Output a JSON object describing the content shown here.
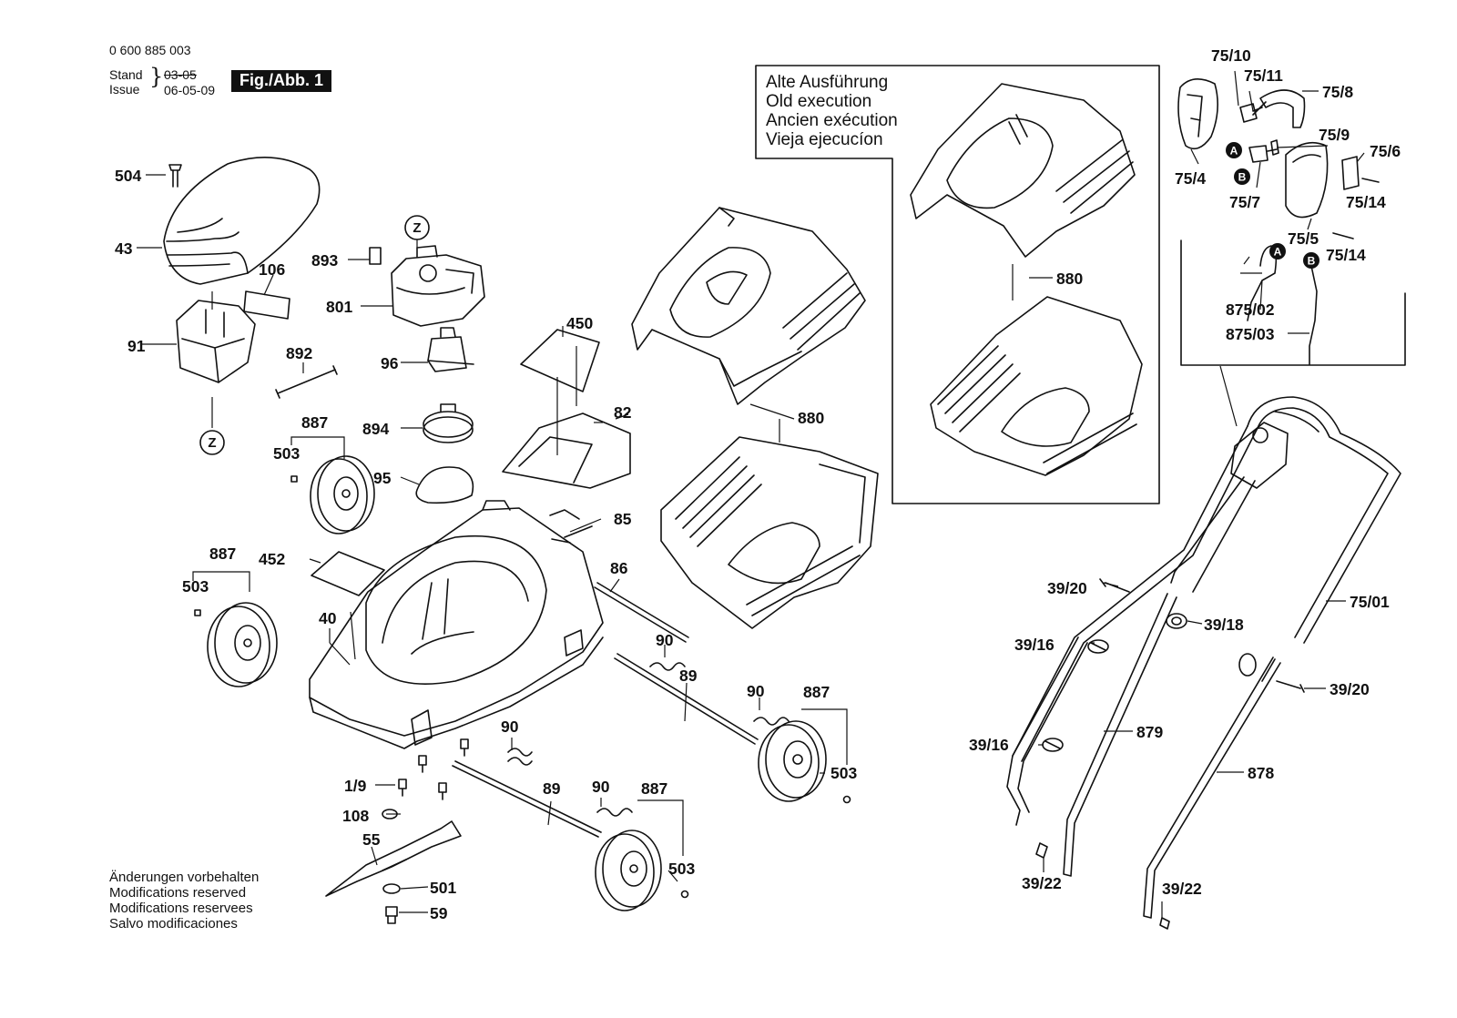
{
  "header": {
    "part_number": "0 600 885 003",
    "stand_label": "Stand",
    "issue_label": "Issue",
    "old_date": "03-05",
    "new_date": "06-05-09",
    "figure_label": "Fig./Abb. 1"
  },
  "old_version_note": {
    "lines": [
      "Alte Ausführung",
      "Old execution",
      "Ancien exécution",
      "Vieja ejecucíon"
    ]
  },
  "modifications_notice": {
    "lines": [
      "Änderungen vorbehalten",
      "Modifications reserved",
      "Modifications reservees",
      "Salvo modificaciones"
    ]
  },
  "markers": {
    "z": "Z",
    "a": "A",
    "b": "B"
  },
  "callouts": {
    "c504": "504",
    "c43": "43",
    "c106": "106",
    "c91": "91",
    "c893": "893",
    "c801": "801",
    "c892": "892",
    "c96": "96",
    "c894": "894",
    "c887a": "887",
    "c503a": "503",
    "c95": "95",
    "c450": "450",
    "c82": "82",
    "c880a": "880",
    "c880b": "880",
    "c85": "85",
    "c452": "452",
    "c887b": "887",
    "c503b": "503",
    "c40": "40",
    "c86": "86",
    "c90a": "90",
    "c89a": "89",
    "c90b": "90",
    "c887c": "887",
    "c90c": "90",
    "c1_9": "1/9",
    "c503c": "503",
    "c108": "108",
    "c55": "55",
    "c89b": "89",
    "c90d": "90",
    "c887d": "887",
    "c503d": "503",
    "c501": "501",
    "c59": "59",
    "c75_10": "75/10",
    "c75_11": "75/11",
    "c75_8": "75/8",
    "c75_9": "75/9",
    "c75_6": "75/6",
    "c75_4": "75/4",
    "c75_7": "75/7",
    "c75_14a": "75/14",
    "c75_5": "75/5",
    "c75_14b": "75/14",
    "c875_02": "875/02",
    "c875_03": "875/03",
    "c39_20a": "39/20",
    "c39_18": "39/18",
    "c39_16a": "39/16",
    "c75_01": "75/01",
    "c39_20b": "39/20",
    "c879": "879",
    "c39_16b": "39/16",
    "c878": "878",
    "c39_22a": "39/22",
    "c39_22b": "39/22"
  }
}
